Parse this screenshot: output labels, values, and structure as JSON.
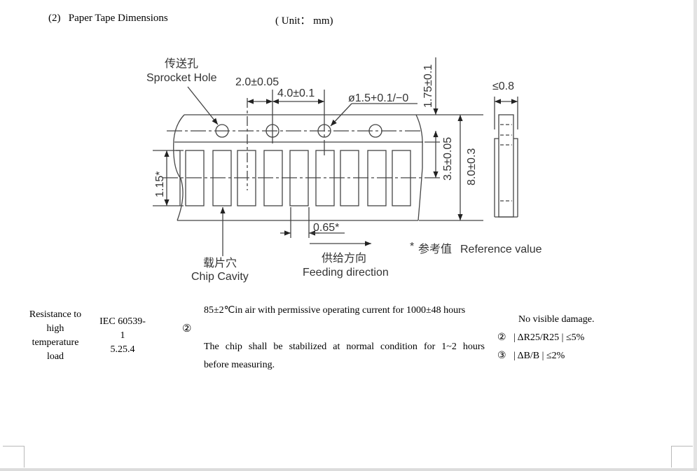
{
  "header": {
    "section_title": "(2)   Paper Tape Dimensions",
    "unit_label": "( Unit： mm)"
  },
  "diagram": {
    "sprocket_hole_cn": "传送孔",
    "sprocket_hole_en": "Sprocket Hole",
    "pitch_hole_to_cavity": "2.0±0.05",
    "hole_pitch": "4.0±0.1",
    "hole_diameter": "ø1.5+0.1/−0",
    "edge_to_hole": "1.75±0.1",
    "hole_to_cavity_center": "3.5±0.05",
    "tape_width": "8.0±0.3",
    "thickness": "≤0.8",
    "cavity_length": "1.15*",
    "cavity_width": "0.65*",
    "chip_cavity_cn": "载片穴",
    "chip_cavity_en": "Chip Cavity",
    "feeding_direction_cn": "供给方向",
    "feeding_direction_en": "Feeding direction",
    "reference_note_mark": "*",
    "reference_note_cn": "参考值",
    "reference_note_en": "Reference value"
  },
  "table_row": {
    "item": "Resistance to high temperature load",
    "standard": [
      "IEC 60539-1",
      "5.25.4"
    ],
    "mark": "②",
    "condition_line1": "85±2℃in air with permissive operating current for 1000±48 hours",
    "condition_line2": "The chip shall be stabilized at normal condition for 1~2 hours",
    "condition_line3": "before measuring.",
    "requirement_line1": "No visible damage.",
    "requirement_line2": "②   | ΔR25/R25 | ≤5%",
    "requirement_line3": "③   | ΔB/B | ≤2%"
  }
}
